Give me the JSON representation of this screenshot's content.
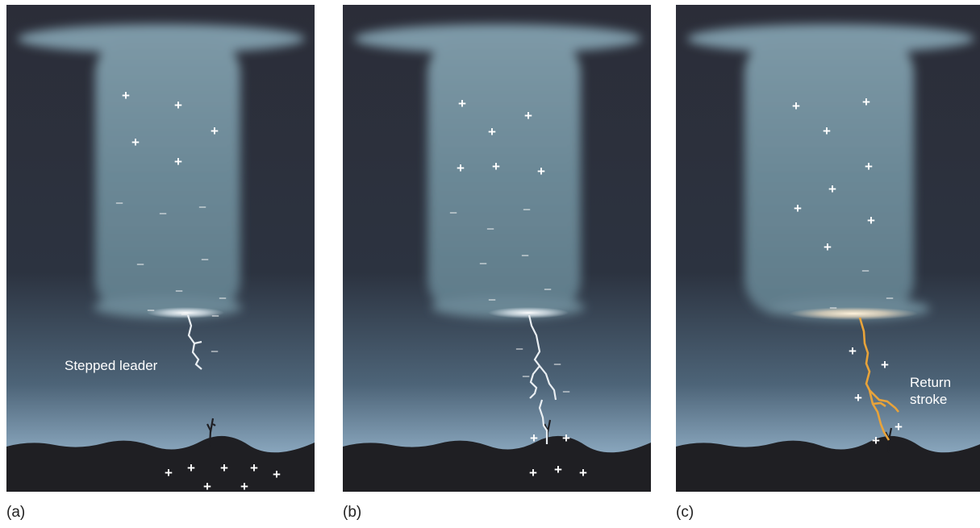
{
  "panels": [
    {
      "caption": "(a)",
      "label": "Stepped leader",
      "charge_plus": "+",
      "charge_minus": "–",
      "bolt_color": "#e9eef2"
    },
    {
      "caption": "(b)",
      "charge_plus": "+",
      "charge_minus": "–",
      "bolt_color": "#e9eef2"
    },
    {
      "caption": "(c)",
      "label_line1": "Return",
      "label_line2": "stroke",
      "charge_plus": "+",
      "charge_minus": "–",
      "bolt_color": "#e8a33a"
    }
  ],
  "colors": {
    "sky_dark": "#2b2d38",
    "sky_horizon": "#7d9bb3",
    "cloud": "#6f8c9b",
    "ground": "#1f1f23"
  }
}
